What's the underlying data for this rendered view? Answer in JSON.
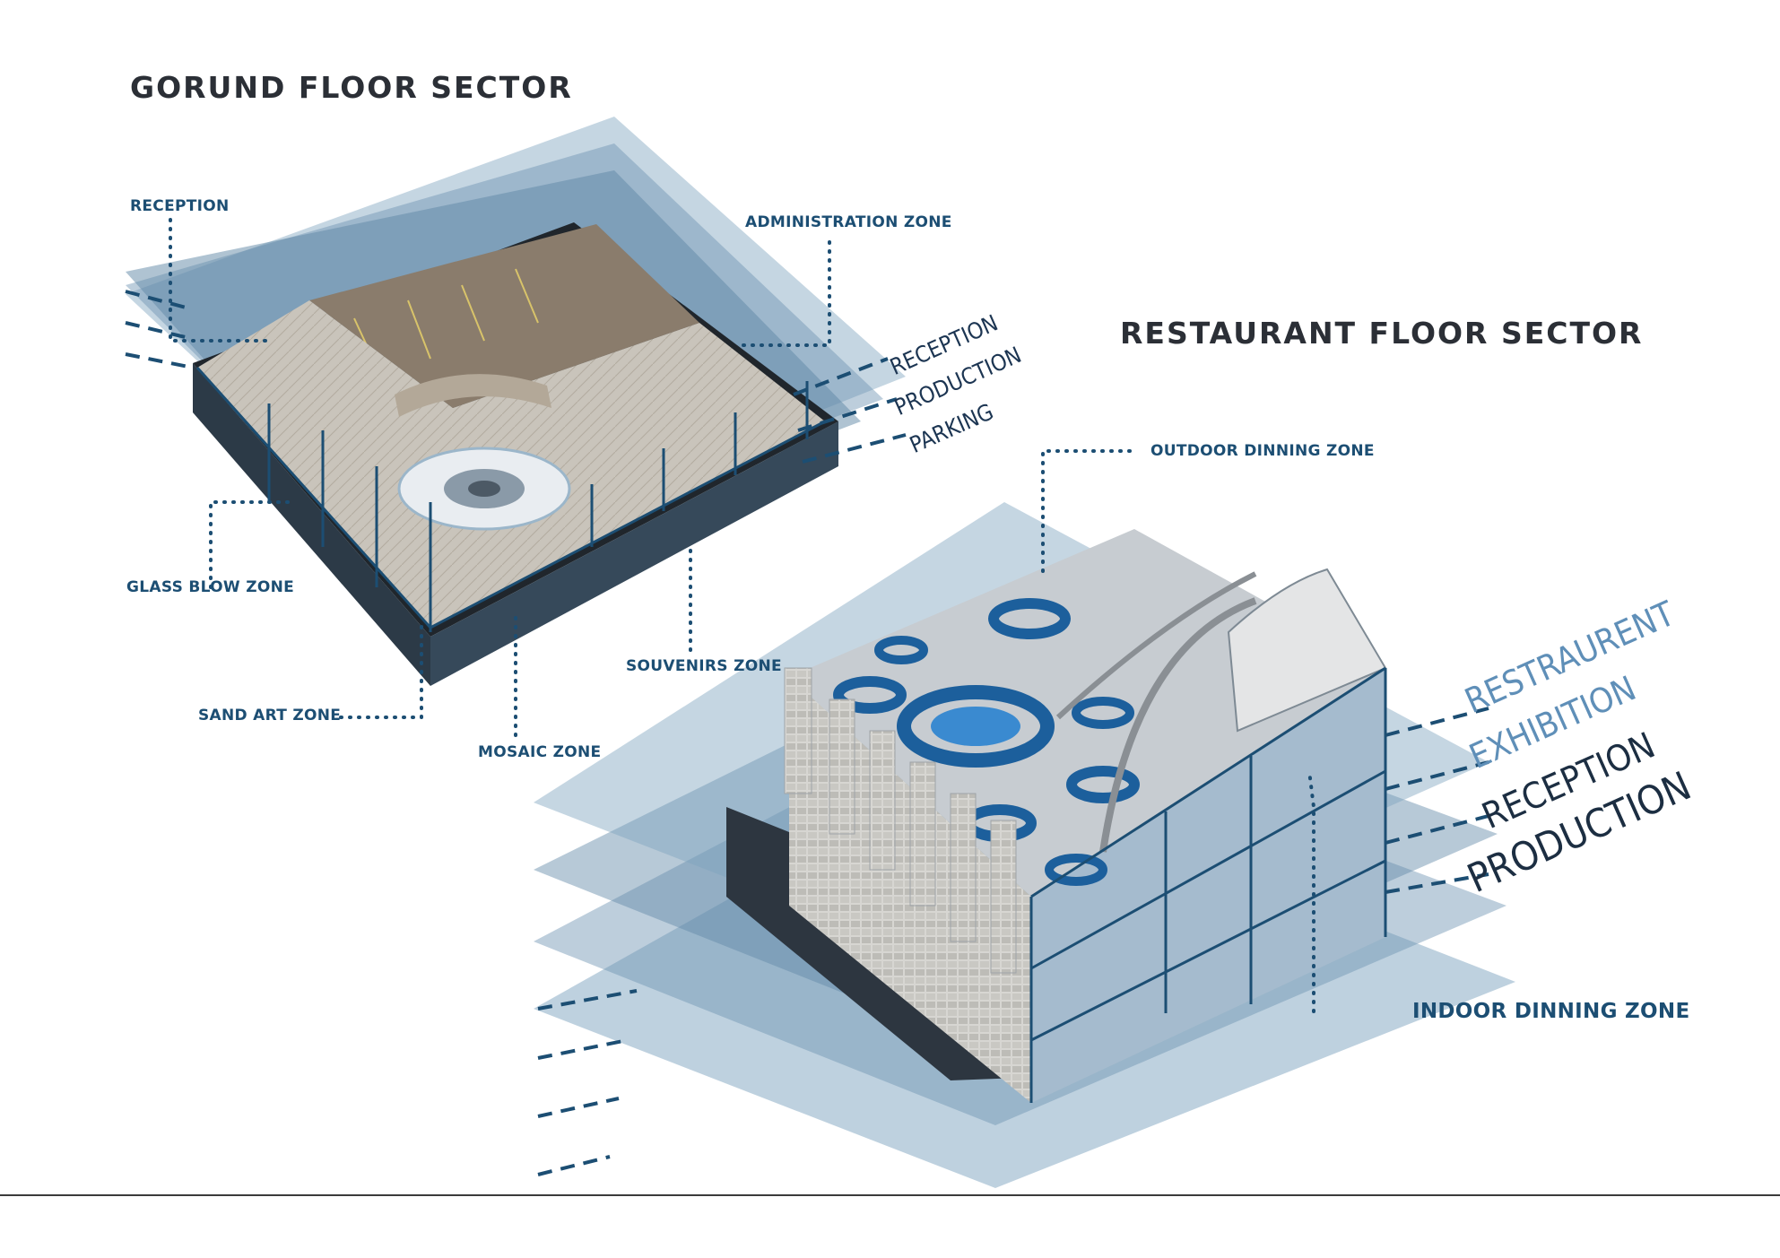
{
  "ground_sector": {
    "title": "GORUND FLOOR SECTOR",
    "zones": {
      "reception": "RECEPTION",
      "administration": "ADMINISTRATION ZONE",
      "glass_blow": "GLASS BLOW ZONE",
      "sand_art": "SAND ART ZONE",
      "mosaic": "MOSAIC ZONE",
      "souvenirs": "SOUVENIRS ZONE"
    },
    "layers": [
      "RECEPTION",
      "PRODUCTION",
      "PARKING"
    ]
  },
  "restaurant_sector": {
    "title": "RESTAURANT FLOOR SECTOR",
    "zones": {
      "outdoor_dining": "OUTDOOR DINNING ZONE",
      "indoor_dining": "INDOOR DINNING ZONE"
    },
    "layers": [
      "RESTRAURENT",
      "EXHIBITION",
      "RECEPTION",
      "PRODUCTION"
    ]
  },
  "colors": {
    "accent": "#1c4e73",
    "layer_fill": "#7ea3bf",
    "title": "#2b2f36"
  }
}
